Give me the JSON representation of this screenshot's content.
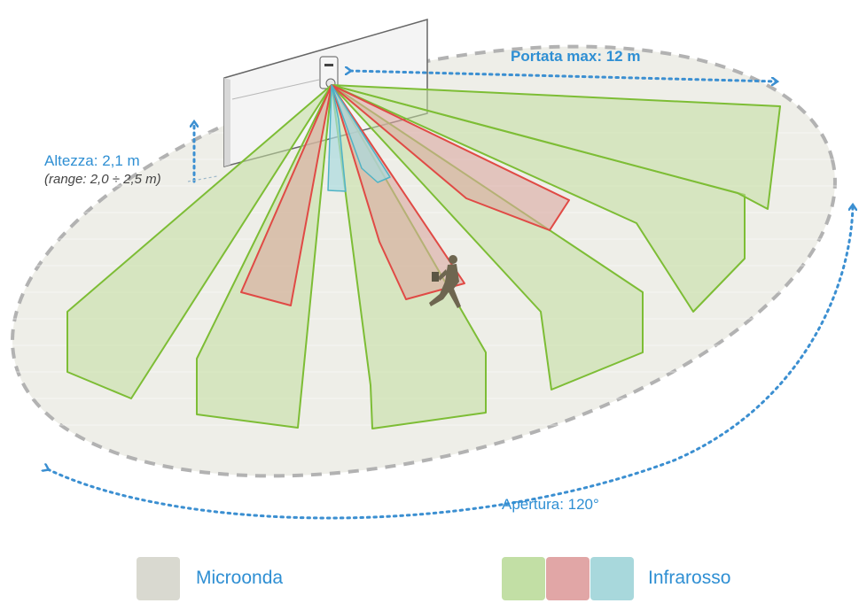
{
  "labels": {
    "max_range": "Portata max: 12 m",
    "height": "Altezza: 2,1 m",
    "height_range": "(range: 2,0 ÷ 2,5 m)",
    "aperture": "Apertura: 120°"
  },
  "legend": {
    "microwave": {
      "label": "Microonda",
      "color": "#d9d9d0"
    },
    "infrared": {
      "label": "Infrarosso",
      "colors": [
        "#c2dfa5",
        "#e1a6a6",
        "#a8d8dc"
      ]
    }
  },
  "colors": {
    "accent": "#2f8fd3",
    "green_zone": "#7dbd35",
    "red_zone": "#e04a45",
    "cyan_zone": "#4fb3c6",
    "ellipse_dash": "#b2b2b2"
  }
}
